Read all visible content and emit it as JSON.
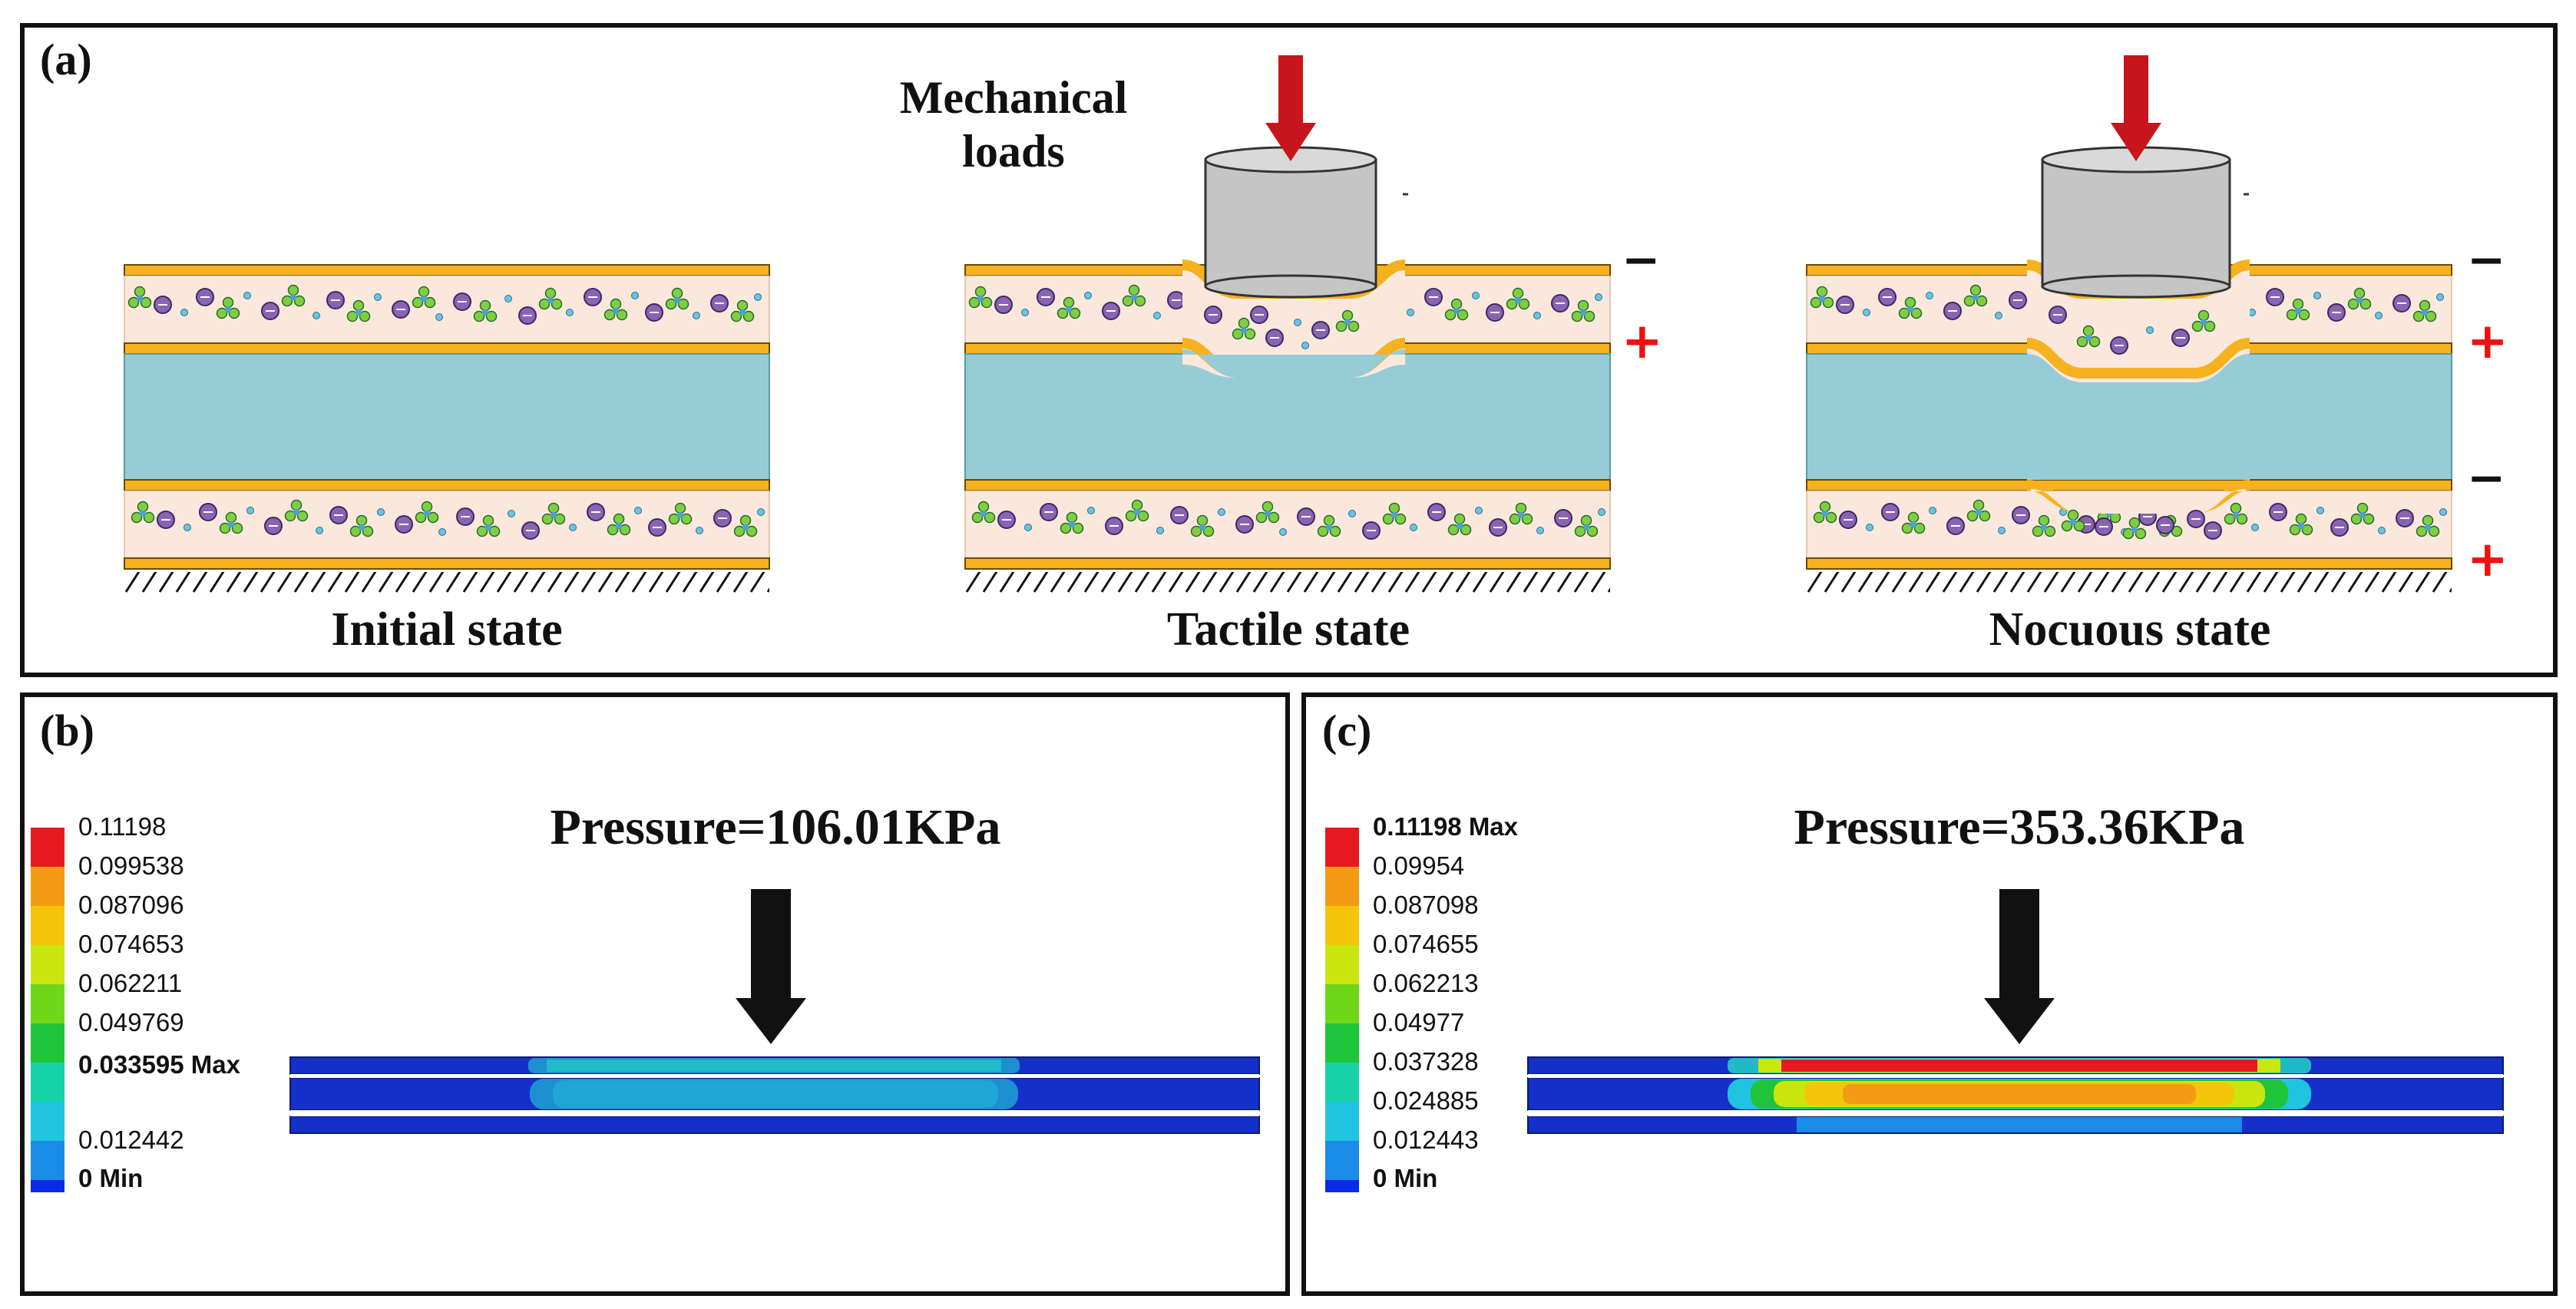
{
  "panel_a": {
    "label": "(a)",
    "mechanical_loads": [
      "Mechanical",
      "loads"
    ],
    "states": [
      "Initial state",
      "Tactile state",
      "Nocuous state"
    ],
    "tactile_signs": [
      "−",
      "+"
    ],
    "nocuous_signs": [
      "−",
      "+",
      "−",
      "+"
    ]
  },
  "panel_b": {
    "label": "(b)",
    "pressure": "Pressure=106.01KPa",
    "legend": [
      "0.11198",
      "0.099538",
      "0.087096",
      "0.074653",
      "0.062211",
      "0.049769",
      "0.033595 Max",
      "0.012442",
      "0 Min"
    ]
  },
  "panel_c": {
    "label": "(c)",
    "pressure": "Pressure=353.36KPa",
    "legend": [
      "0.11198 Max",
      "0.09954",
      "0.087098",
      "0.074655",
      "0.062213",
      "0.04977",
      "0.037328",
      "0.024885",
      "0.012443",
      "0 Min"
    ]
  },
  "colors": {
    "electrode": "#f5b21e",
    "foam": "#fbe8dc",
    "dielectric": "#96ccd6",
    "arrow_red": "#c8151b",
    "legend_scale": [
      "#e8191e",
      "#f59a14",
      "#f5c50a",
      "#c9e60f",
      "#6fd61a",
      "#1ec43a",
      "#17d1a8",
      "#20c4e0",
      "#1a8ce8",
      "#0a2ae6"
    ],
    "fea_blue": "#1530c8"
  }
}
